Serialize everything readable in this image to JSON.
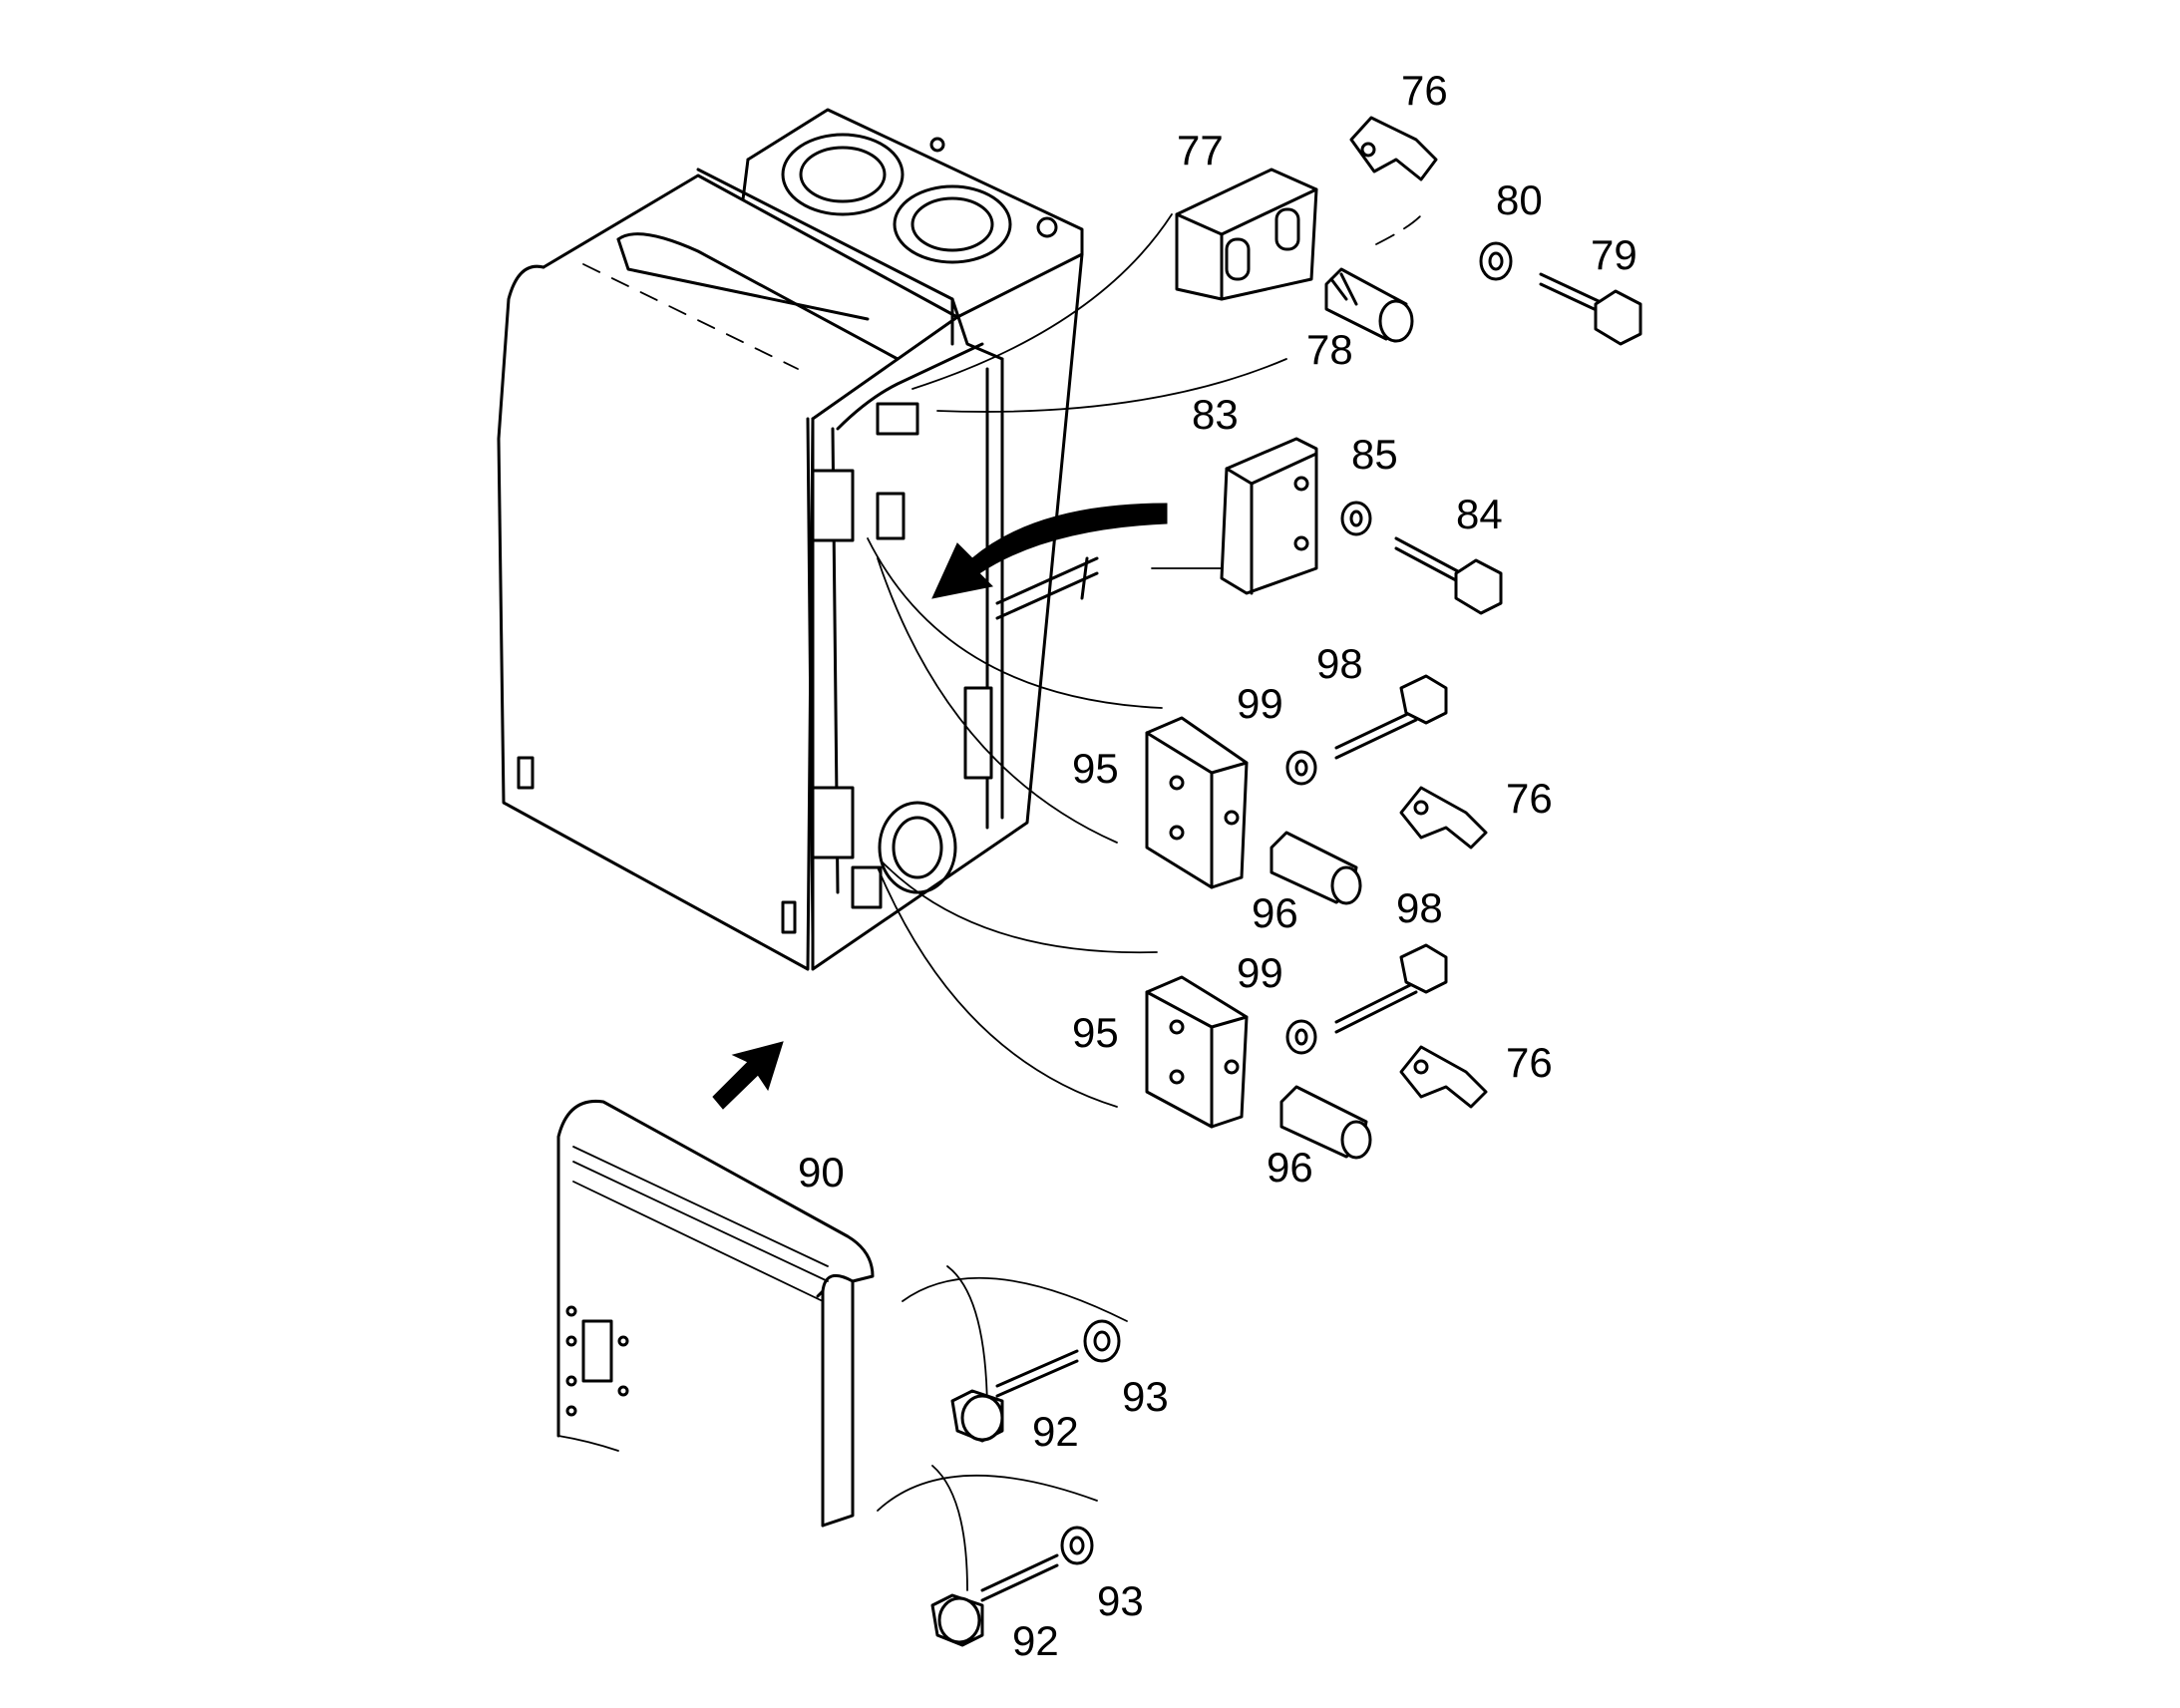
{
  "callouts": [
    {
      "id": "c76a",
      "text": "76"
    },
    {
      "id": "c77",
      "text": "77"
    },
    {
      "id": "c80",
      "text": "80"
    },
    {
      "id": "c79",
      "text": "79"
    },
    {
      "id": "c78",
      "text": "78"
    },
    {
      "id": "c83",
      "text": "83"
    },
    {
      "id": "c85",
      "text": "85"
    },
    {
      "id": "c84",
      "text": "84"
    },
    {
      "id": "c98a",
      "text": "98"
    },
    {
      "id": "c99a",
      "text": "99"
    },
    {
      "id": "c95a",
      "text": "95"
    },
    {
      "id": "c76b",
      "text": "76"
    },
    {
      "id": "c96a",
      "text": "96"
    },
    {
      "id": "c98b",
      "text": "98"
    },
    {
      "id": "c99b",
      "text": "99"
    },
    {
      "id": "c95b",
      "text": "95"
    },
    {
      "id": "c76c",
      "text": "76"
    },
    {
      "id": "c96b",
      "text": "96"
    },
    {
      "id": "c90",
      "text": "90"
    },
    {
      "id": "c93a",
      "text": "93"
    },
    {
      "id": "c92a",
      "text": "92"
    },
    {
      "id": "c93b",
      "text": "93"
    },
    {
      "id": "c92b",
      "text": "92"
    }
  ]
}
